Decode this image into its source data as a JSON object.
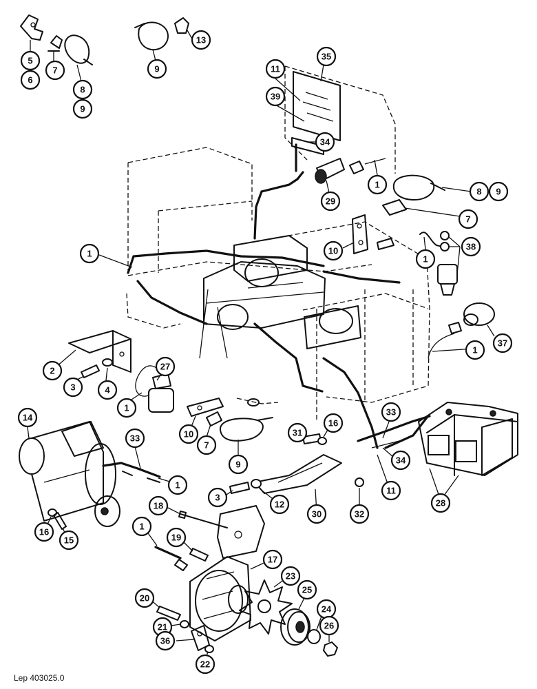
{
  "reference": "Lep 403025.0",
  "callouts": [
    {
      "label": "5"
    },
    {
      "label": "6"
    },
    {
      "label": "7"
    },
    {
      "label": "8"
    },
    {
      "label": "9"
    },
    {
      "label": "9"
    },
    {
      "label": "13"
    },
    {
      "label": "11"
    },
    {
      "label": "35"
    },
    {
      "label": "39"
    },
    {
      "label": "34"
    },
    {
      "label": "1"
    },
    {
      "label": "8"
    },
    {
      "label": "9"
    },
    {
      "label": "29"
    },
    {
      "label": "7"
    },
    {
      "label": "1"
    },
    {
      "label": "10"
    },
    {
      "label": "38"
    },
    {
      "label": "1"
    },
    {
      "label": "37"
    },
    {
      "label": "1"
    },
    {
      "label": "2"
    },
    {
      "label": "27"
    },
    {
      "label": "3"
    },
    {
      "label": "4"
    },
    {
      "label": "1"
    },
    {
      "label": "14"
    },
    {
      "label": "10"
    },
    {
      "label": "7"
    },
    {
      "label": "33"
    },
    {
      "label": "9"
    },
    {
      "label": "31"
    },
    {
      "label": "16"
    },
    {
      "label": "33"
    },
    {
      "label": "34"
    },
    {
      "label": "1"
    },
    {
      "label": "3"
    },
    {
      "label": "12"
    },
    {
      "label": "11"
    },
    {
      "label": "28"
    },
    {
      "label": "16"
    },
    {
      "label": "15"
    },
    {
      "label": "30"
    },
    {
      "label": "32"
    },
    {
      "label": "18"
    },
    {
      "label": "1"
    },
    {
      "label": "19"
    },
    {
      "label": "17"
    },
    {
      "label": "23"
    },
    {
      "label": "20"
    },
    {
      "label": "25"
    },
    {
      "label": "24"
    },
    {
      "label": "21"
    },
    {
      "label": "26"
    },
    {
      "label": "36"
    },
    {
      "label": "22"
    }
  ]
}
